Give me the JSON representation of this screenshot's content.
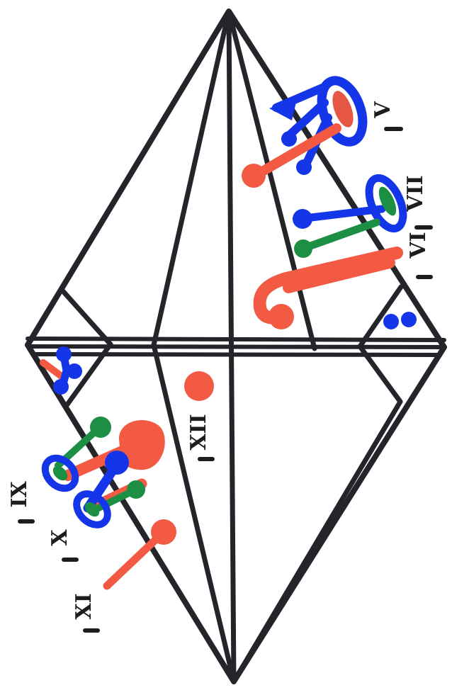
{
  "colors": {
    "ink": "#23252a",
    "red": "#f25a43",
    "blue": "#1436e8",
    "green": "#1c8f45"
  },
  "labels": {
    "v": "V",
    "vii": "VII",
    "vi": "VI",
    "xii": "XII",
    "ix": "IX",
    "x": "X",
    "xi": "XI"
  }
}
